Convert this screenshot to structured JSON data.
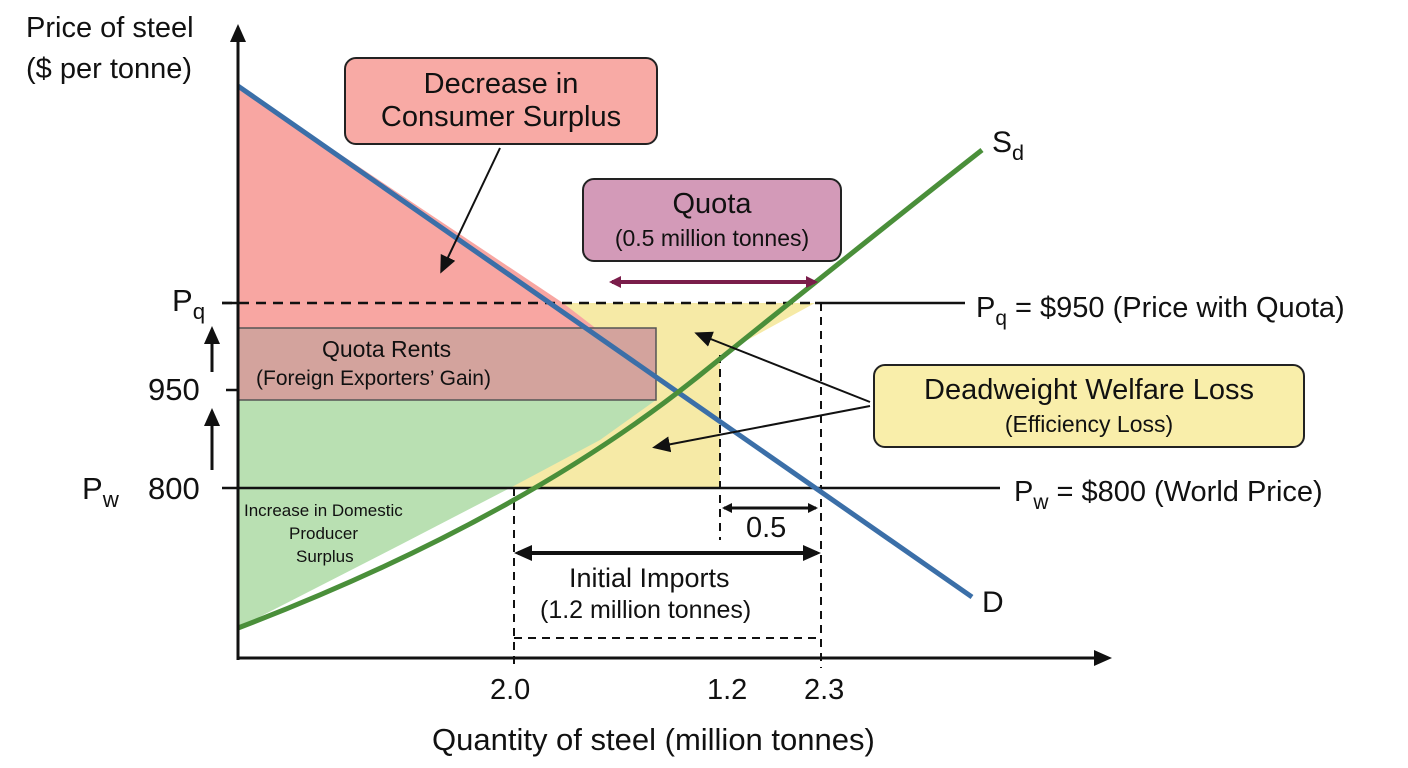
{
  "axes": {
    "y_label_line1": "Price of steel",
    "y_label_line2": "($ per tonne)",
    "x_label": "Quantity of steel (million tonnes)"
  },
  "y_ticks": {
    "pq_main": "P",
    "pq_sub": "q",
    "pw_main": "P",
    "pw_sub": "w",
    "p950": "950",
    "p800": "800"
  },
  "x_ticks": [
    "2.0",
    "1.2",
    "2.3"
  ],
  "curves": {
    "supply_main": "S",
    "supply_sub": "d",
    "demand": "D"
  },
  "price_lines": {
    "quota_main": "P",
    "quota_sub": "q",
    "quota_rest": " = $950 (Price with Quota)",
    "world_main": "P",
    "world_sub": "w",
    "world_rest": " = $800 (World Price)"
  },
  "callouts": {
    "consumer_line1": "Decrease in",
    "consumer_line2": "Consumer Surplus",
    "quota_title": "Quota",
    "quota_sub": "(0.5 million tonnes)",
    "dwl_title": "Deadweight Welfare Loss",
    "dwl_sub": "(Efficiency Loss)",
    "rents_title": "Quota Rents",
    "rents_sub": "(Foreign Exporters’ Gain)",
    "producer_line1": "Increase in Domestic",
    "producer_line2": "Producer",
    "producer_line3": "Surplus"
  },
  "measures": {
    "gap_label": "0.5",
    "imports_title": "Initial Imports",
    "imports_sub": "(1.2 million tonnes)"
  },
  "colors": {
    "consumer_surplus": "#f8a6a2",
    "quota_rents": "#d3a39d",
    "producer_surplus": "#b9e0b2",
    "deadweight": "#f6eaa6",
    "supply": "#4a8f3a",
    "demand": "#3b6fa8",
    "quota_box": "#d39ab8",
    "quota_arrow": "#7a1d4a",
    "dwl_box": "#f9eeaa",
    "consumer_box": "#f8aaa5"
  }
}
